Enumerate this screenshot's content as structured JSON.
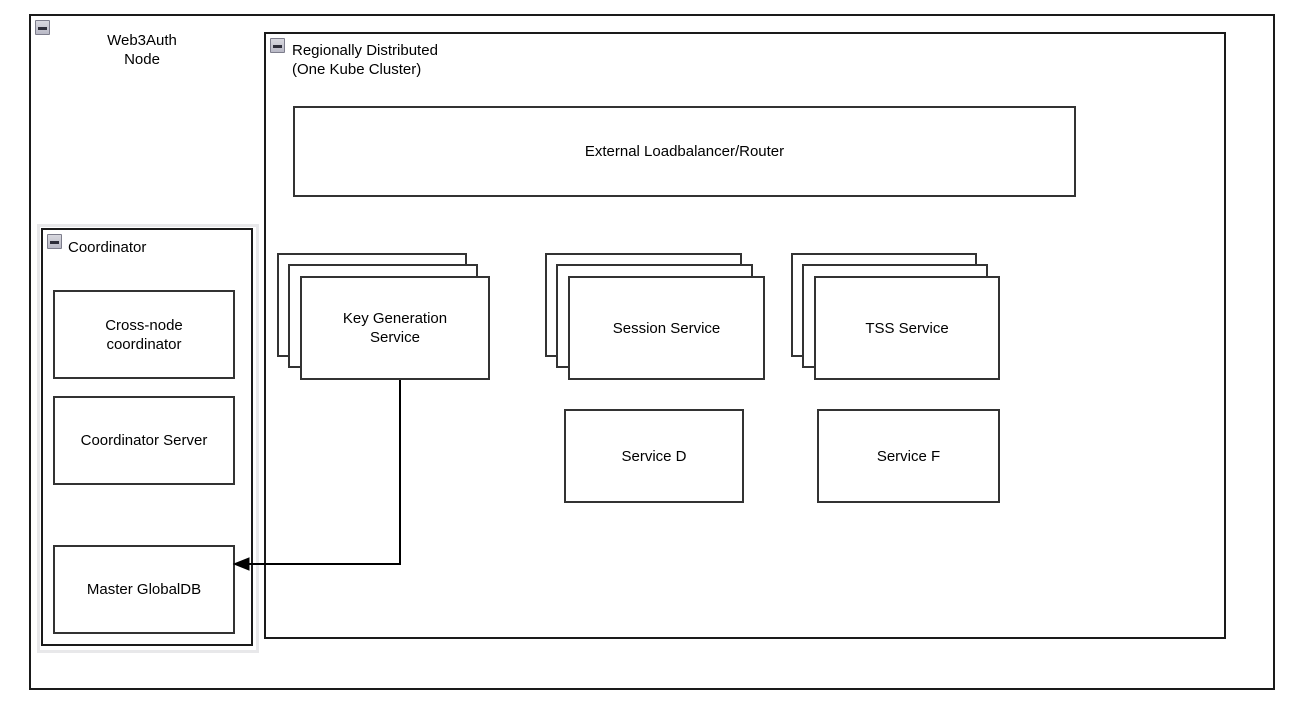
{
  "diagram": {
    "type": "architecture-block-diagram",
    "background_color": "#ffffff",
    "line_color": "#333333",
    "text_color": "#000000"
  },
  "containers": {
    "web3auth_node": {
      "title": "Web3Auth\nNode",
      "collapse_icon": "minus-collapse-icon"
    },
    "kube_cluster": {
      "title": "Regionally Distributed\n(One Kube Cluster)",
      "collapse_icon": "minus-collapse-icon"
    },
    "coordinator": {
      "title": "Coordinator",
      "collapse_icon": "minus-collapse-icon"
    }
  },
  "coordinator_components": [
    {
      "label": "Cross-node\ncoordinator"
    },
    {
      "label": "Coordinator Server"
    },
    {
      "label": "Master GlobalDB"
    }
  ],
  "cluster_components": {
    "loadbalancer": {
      "label": "External Loadbalancer/Router"
    },
    "replicated_services": [
      {
        "label": "Key Generation\nService",
        "replicas": 3
      },
      {
        "label": "Session Service",
        "replicas": 3
      },
      {
        "label": "TSS Service",
        "replicas": 3
      }
    ],
    "single_services": [
      {
        "label": "Service D"
      },
      {
        "label": "Service F"
      }
    ]
  },
  "connections": [
    {
      "name": "key-generation-service-to-master-globaldb",
      "from": "Key Generation Service",
      "to": "Master GlobalDB",
      "arrowhead": "target",
      "style": "orthogonal"
    }
  ]
}
